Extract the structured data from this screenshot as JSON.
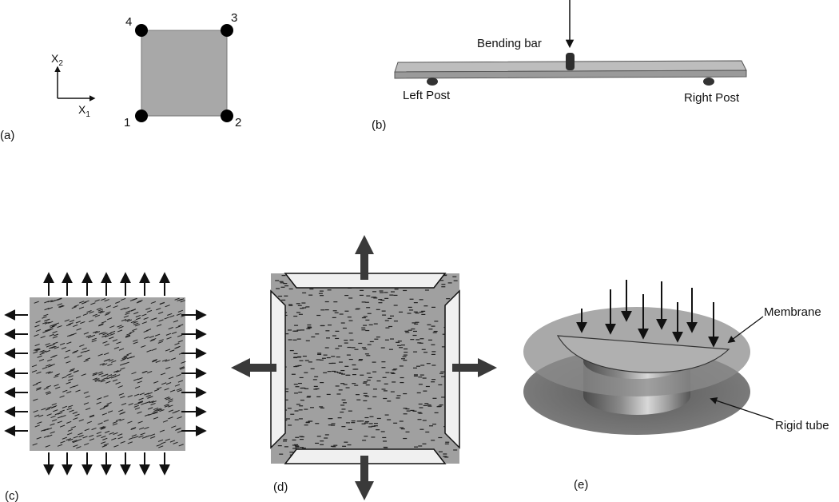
{
  "panels": {
    "a": {
      "label": "(a)",
      "nodes": [
        "1",
        "2",
        "3",
        "4"
      ],
      "axis_x": "X",
      "axis_x_sub": "1",
      "axis_y": "X",
      "axis_y_sub": "2"
    },
    "b": {
      "label": "(b)",
      "bending_bar": "Bending bar",
      "left_post": "Left Post",
      "right_post": "Right Post"
    },
    "c": {
      "label": "(c)"
    },
    "d": {
      "label": "(d)"
    },
    "e": {
      "label": "(e)",
      "membrane": "Membrane",
      "rigid_tube": "Rigid tube"
    }
  },
  "colors": {
    "specimen_gray": "#a4a4a4",
    "clamp_fill": "#f0f0f0",
    "arrow_dark": "#3a3a3a",
    "fiber_dark": "#222222",
    "tube_gray": "#6e6e6e"
  }
}
